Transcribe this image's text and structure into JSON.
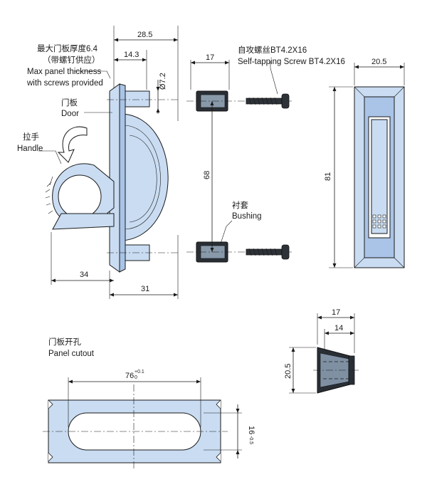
{
  "labels": {
    "max_panel_cn": "最大门板厚度6.4",
    "max_panel_cn2": "（带螺钉供应）",
    "max_panel_en": "Max panel thickness",
    "max_panel_en2": "with screws provided",
    "door_cn": "门板",
    "door_en": "Door",
    "handle_cn": "拉手",
    "handle_en": "Handle",
    "screw_cn": "自攻螺丝BT4.2X16",
    "screw_en": "Self-tapping Screw BT4.2X16",
    "bushing_cn": "衬套",
    "bushing_en": "Bushing",
    "cutout_cn": "门板开孔",
    "cutout_en": "Panel cutout"
  },
  "dimensions": {
    "d_28_5": "28.5",
    "d_14_3": "14.3",
    "d_7_2": "Ø7.2",
    "d_17_top": "17",
    "d_20_5_top": "20.5",
    "d_68": "68",
    "d_81": "81",
    "d_34": "34",
    "d_31": "31",
    "d_76": "76",
    "d_76_tol_up": "+0.1",
    "d_76_tol_dn": "0",
    "d_16": "16",
    "d_16_tol": "-0.5",
    "d_17_bush": "17",
    "d_14_bush": "14",
    "d_20_5_bush": "20.5"
  },
  "colors": {
    "part_fill": "#c9dcf2",
    "part_shade": "#a9c4e6",
    "dark": "#2a2f36"
  }
}
